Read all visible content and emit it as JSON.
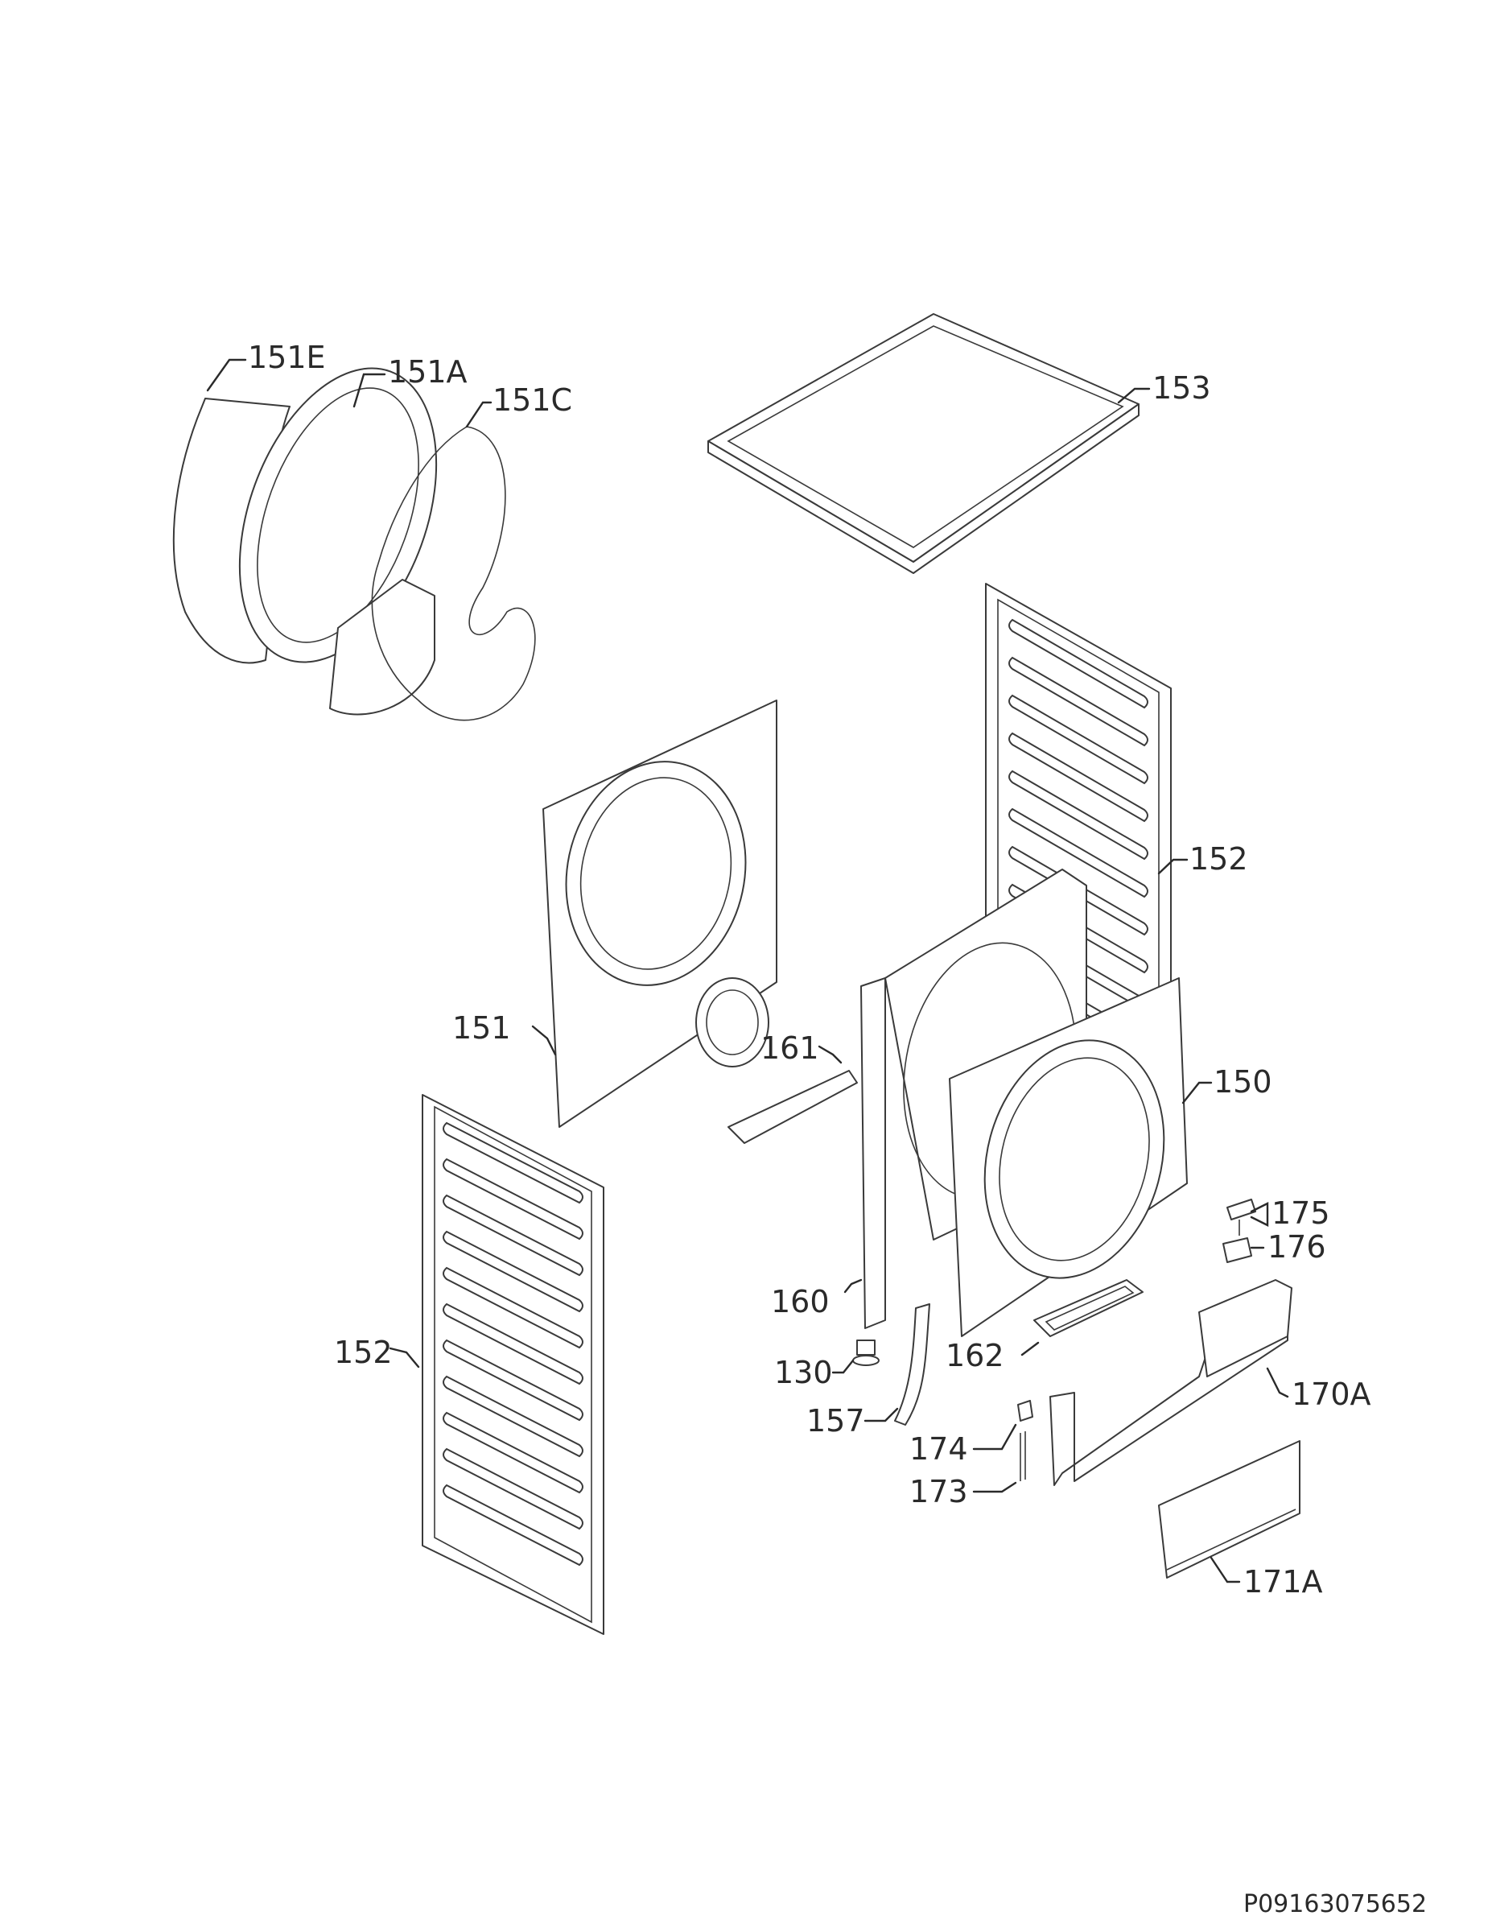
{
  "labels": {
    "l151E": "151E",
    "l151A": "151A",
    "l151C": "151C",
    "l153": "153",
    "l152top": "152",
    "l151": "151",
    "l161": "161",
    "l150": "150",
    "l175": "175",
    "l176": "176",
    "l160": "160",
    "l152bottom": "152",
    "l162": "162",
    "l130": "130",
    "l157": "157",
    "l170A": "170A",
    "l174": "174",
    "l173": "173",
    "l171A": "171A"
  },
  "reference_code": "P09163075652"
}
